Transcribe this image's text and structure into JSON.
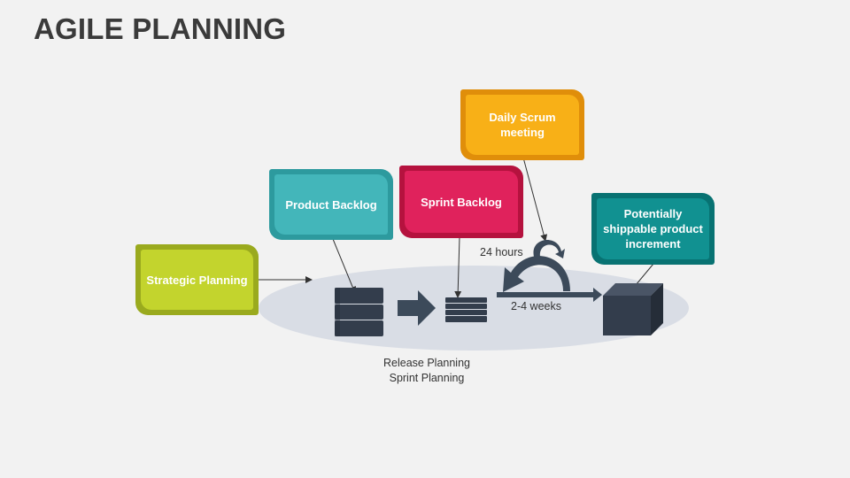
{
  "title": "AGILE PLANNING",
  "boxes": {
    "strategic": {
      "label": "Strategic Planning",
      "outer": "#9aaa1e",
      "inner": "#c3d42d"
    },
    "product_backlog": {
      "label": "Product Backlog",
      "outer": "#2d9a9e",
      "inner": "#43b6ba"
    },
    "sprint_backlog": {
      "label": "Sprint Backlog",
      "outer": "#b5123e",
      "inner": "#e0225c"
    },
    "daily_scrum": {
      "label": "Daily Scrum meeting",
      "outer": "#e08e0a",
      "inner": "#f8b017"
    },
    "shippable": {
      "label": "Potentially shippable product increment",
      "outer": "#087272",
      "inner": "#119191"
    }
  },
  "labels": {
    "hours": "24 hours",
    "weeks": "2-4 weeks",
    "release": "Release Planning",
    "sprint_planning": "Sprint Planning"
  },
  "colors": {
    "ellipse": "#d9dde5",
    "block": "#333d4c",
    "arrow": "#3c4a5a"
  }
}
